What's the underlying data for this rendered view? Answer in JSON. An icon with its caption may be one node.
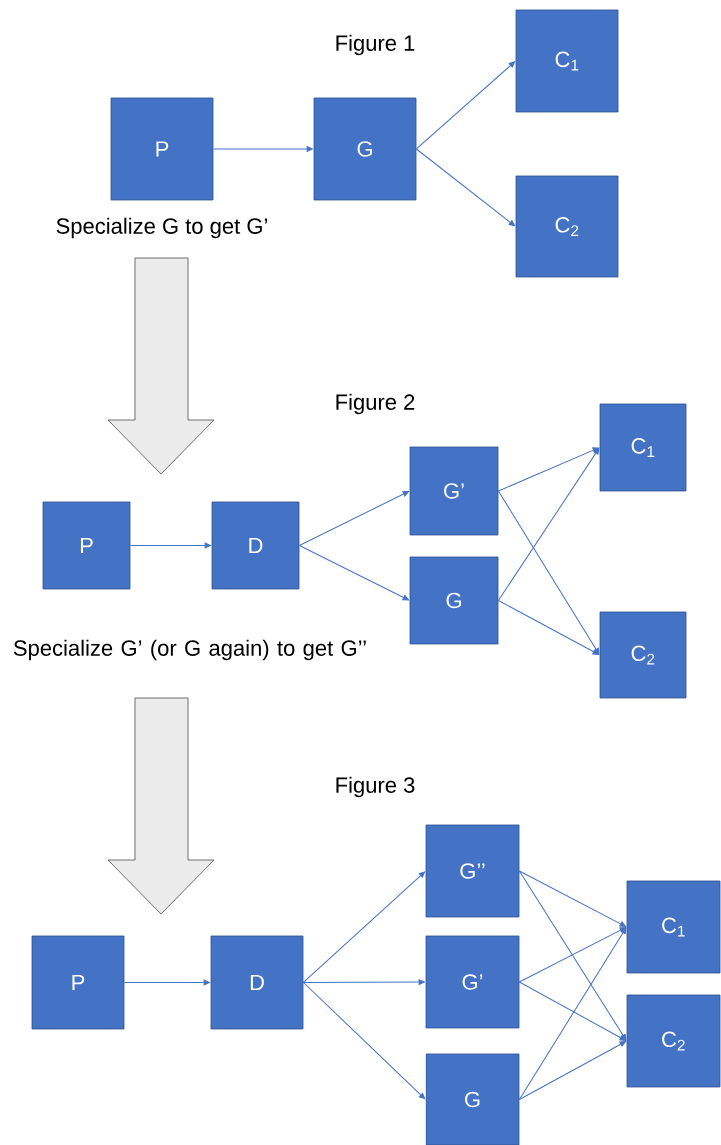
{
  "diagram": {
    "nodes": [
      {
        "text": [
          "P"
        ]
      },
      {
        "text": [
          "G"
        ]
      },
      {
        "text": [
          "C$_{1}$"
        ]
      },
      {
        "text": [
          "C$_{2}$"
        ]
      },
      {
        "text": [
          "P"
        ]
      },
      {
        "text": [
          "D"
        ]
      },
      {
        "text": [
          "G’"
        ]
      },
      {
        "text": [
          "G"
        ]
      },
      {
        "text": [
          "C$_{1}$"
        ]
      },
      {
        "text": [
          "C$_{2}$"
        ]
      },
      {
        "text": [
          "P"
        ]
      },
      {
        "text": [
          "D"
        ]
      },
      {
        "text": [
          "G’’"
        ]
      },
      {
        "text": [
          "G’"
        ]
      },
      {
        "text": [
          "G"
        ]
      },
      {
        "text": [
          "C$_{1}$"
        ]
      },
      {
        "text": [
          "C$_{2}$"
        ]
      }
    ],
    "edges": [
      {
        "from": 0,
        "to": 1,
        "arrow": "to"
      },
      {
        "from": 1,
        "to": 2,
        "arrow": "to"
      },
      {
        "from": 1,
        "to": 3,
        "arrow": "to"
      },
      {
        "from": 4,
        "to": 5,
        "arrow": "to"
      },
      {
        "from": 5,
        "to": 6,
        "arrow": "to"
      },
      {
        "from": 5,
        "to": 7,
        "arrow": "to"
      },
      {
        "from": 6,
        "to": 8,
        "arrow": "to"
      },
      {
        "from": 6,
        "to": 9,
        "arrow": "to"
      },
      {
        "from": 7,
        "to": 8,
        "arrow": "to"
      },
      {
        "from": 7,
        "to": 9,
        "arrow": "to"
      },
      {
        "from": 10,
        "to": 11,
        "arrow": "to"
      },
      {
        "from": 11,
        "to": 12,
        "arrow": "to"
      },
      {
        "from": 11,
        "to": 13,
        "arrow": "to"
      },
      {
        "from": 11,
        "to": 14,
        "arrow": "to"
      },
      {
        "from": 12,
        "to": 15,
        "arrow": "to"
      },
      {
        "from": 12,
        "to": 16,
        "arrow": "to"
      },
      {
        "from": 13,
        "to": 15,
        "arrow": "to"
      },
      {
        "from": 13,
        "to": 16,
        "arrow": "to"
      },
      {
        "from": 14,
        "to": 15,
        "arrow": "to"
      },
      {
        "from": 14,
        "to": 16,
        "arrow": "to"
      }
    ],
    "labels": [
      "Figure 1",
      "Specialize G to get G’",
      "Figure 2",
      "Specialize G’ (or G again) to get G’’",
      "Figure 3"
    ]
  }
}
